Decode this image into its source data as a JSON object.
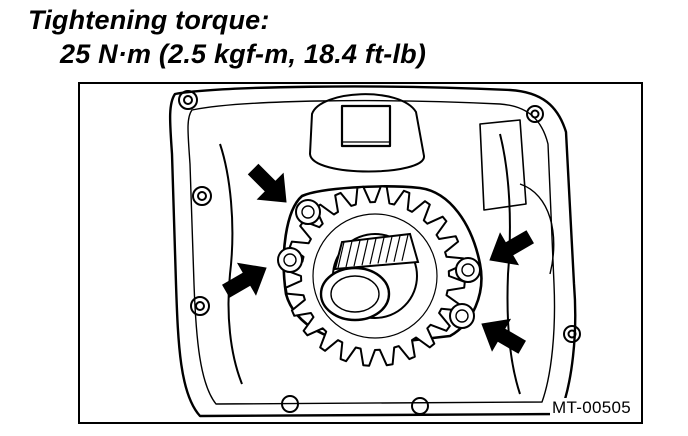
{
  "caption": {
    "line1": "Tightening torque:",
    "line2": "25 N·m (2.5 kgf-m, 18.4 ft-lb)"
  },
  "figure": {
    "code": "MT-00505",
    "arrow_count": 4,
    "bolt_count": 4,
    "stroke_color": "#000000",
    "fill_color": "#ffffff"
  }
}
